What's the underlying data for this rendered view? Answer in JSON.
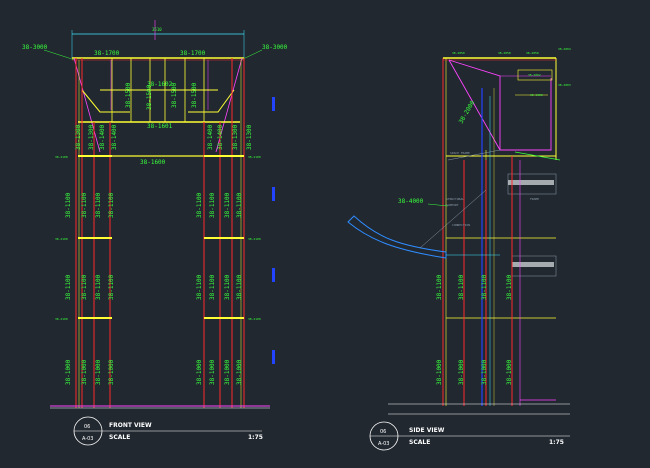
{
  "front_view": {
    "width_dim": "3510",
    "left_corner_label": "38-3000",
    "right_corner_label": "38-3000",
    "top_beam_labels": [
      "38-1700",
      "38-1700"
    ],
    "truss_labels": [
      "38-1602",
      "38-1601",
      "38-1600"
    ],
    "mid_verticals": [
      "38-1500",
      "38-1500",
      "38-1500",
      "38-1500"
    ],
    "upper_leg_labels": [
      "38-1300",
      "38-1300",
      "38-1400",
      "38-1400",
      "38-1400",
      "38-1400",
      "38-1300",
      "38-1300"
    ],
    "lower_leg_labels_a": [
      "38-1100",
      "38-1100",
      "38-1100",
      "38-1100",
      "38-1100",
      "38-1100",
      "38-1100",
      "38-1100"
    ],
    "lower_leg_labels_b": [
      "38-1100",
      "38-1100",
      "38-1100",
      "38-1100",
      "38-1100",
      "38-1100",
      "38-1100",
      "38-1100"
    ],
    "base_leg_labels": [
      "38-1000",
      "38-1000",
      "38-1000",
      "38-1000",
      "38-1000",
      "38-1000",
      "38-1000",
      "38-1000"
    ],
    "level_tags": [
      "38-2100",
      "38-2100",
      "38-2100",
      "38-2100",
      "38-2100",
      "38-2100"
    ]
  },
  "side_view": {
    "top_labels": [
      "38-2050",
      "38-2050",
      "38-2050"
    ],
    "right_labels": [
      "38-2004",
      "38-2003",
      "38-2002",
      "38-1900"
    ],
    "brace_label": "38-2000",
    "boom_label": "38-4000",
    "leg_labels": [
      "38-1100",
      "38-1100",
      "38-1100",
      "38-1100"
    ],
    "base_labels": [
      "38-1000",
      "38-1000",
      "38-1000",
      "38-1000"
    ],
    "notes": [
      "SPACE FRAME",
      "STRUCTURAL",
      "SUPPORT",
      "CONNECTION",
      "FRAME"
    ]
  },
  "title_blocks": [
    {
      "number": "06",
      "sheet": "A-03",
      "title": "FRONT VIEW",
      "scale_label": "SCALE",
      "scale": "1:75"
    },
    {
      "number": "06",
      "sheet": "A-03",
      "title": "SIDE VIEW",
      "scale_label": "SCALE",
      "scale": "1:75"
    }
  ],
  "colors": {
    "background": "#212830",
    "red": "#ff2a2a",
    "yellow": "#ffff33",
    "magenta": "#ff44ff",
    "green": "#39ff3c",
    "cyan": "#3fe9ff",
    "blue": "#2244ff",
    "grey": "#8c9aa6",
    "white": "#ffffff"
  }
}
